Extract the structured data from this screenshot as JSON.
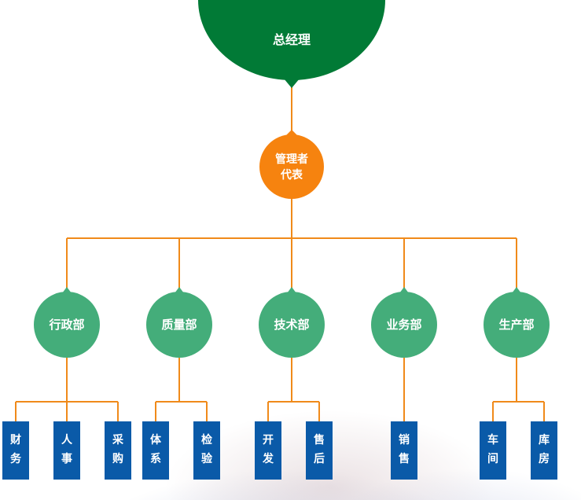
{
  "root": {
    "label": "总经理",
    "color": "#017a36"
  },
  "representative": {
    "line1": "管理者",
    "line2": "代表",
    "color": "#f6830f"
  },
  "line_color": "#f08a1a",
  "department_color": "#44ad7a",
  "leaf_color": "#0a5aa8",
  "departments": [
    {
      "label": "行政部",
      "leaves": [
        {
          "c1": "财",
          "c2": "务"
        },
        {
          "c1": "人",
          "c2": "事"
        },
        {
          "c1": "采",
          "c2": "购"
        }
      ]
    },
    {
      "label": "质量部",
      "leaves": [
        {
          "c1": "体",
          "c2": "系"
        },
        {
          "c1": "检",
          "c2": "验"
        }
      ]
    },
    {
      "label": "技术部",
      "leaves": [
        {
          "c1": "开",
          "c2": "发"
        },
        {
          "c1": "售",
          "c2": "后"
        }
      ]
    },
    {
      "label": "业务部",
      "leaves": [
        {
          "c1": "销",
          "c2": "售"
        }
      ]
    },
    {
      "label": "生产部",
      "leaves": [
        {
          "c1": "车",
          "c2": "间"
        },
        {
          "c1": "库",
          "c2": "房"
        }
      ]
    }
  ]
}
